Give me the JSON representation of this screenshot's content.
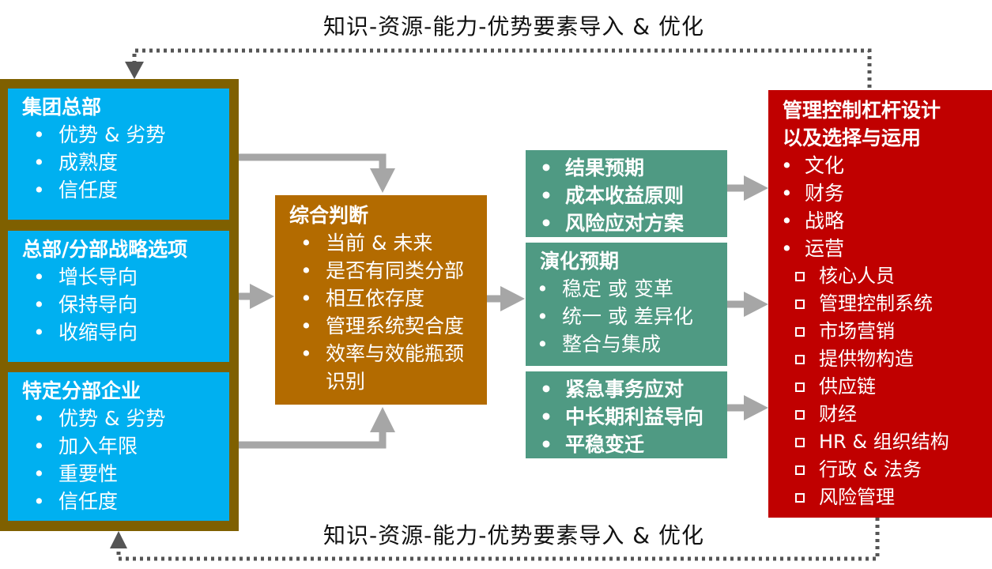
{
  "loop": {
    "top_label": "知识-资源-能力-优势要素导入 & 优化",
    "bottom_label": "知识-资源-能力-优势要素导入 & 优化"
  },
  "left": {
    "group_hq": {
      "title": "集团总部",
      "items": [
        "优势 & 劣势",
        "成熟度",
        "信任度"
      ]
    },
    "strategy_options": {
      "title": "总部/分部战略选项",
      "items": [
        "增长导向",
        "保持导向",
        "收缩导向"
      ]
    },
    "specific_unit": {
      "title": "特定分部企业",
      "items": [
        "优势 & 劣势",
        "加入年限",
        "重要性",
        "信任度"
      ]
    }
  },
  "judgment": {
    "title": "综合判断",
    "items": [
      "当前 & 未来",
      "是否有同类分部",
      "相互依存度",
      "管理系统契合度",
      "效率与效能瓶颈",
      "识别"
    ]
  },
  "expectations": {
    "results": {
      "items": [
        "结果预期",
        "成本收益原则",
        "风险应对方案"
      ]
    },
    "evolution": {
      "title": "演化预期",
      "items": [
        "稳定 或 变革",
        "统一 或 差异化",
        "整合与集成"
      ]
    },
    "urgent": {
      "items": [
        "紧急事务应对",
        "中长期利益导向",
        "平稳变迁"
      ]
    }
  },
  "levers": {
    "title_line1": "管理控制杠杆设计",
    "title_line2": "以及选择与运用",
    "items": [
      "文化",
      "财务",
      "战略",
      "运营"
    ],
    "sub_items": [
      "核心人员",
      "管理控制系统",
      "市场营销",
      "提供物构造",
      "供应链",
      "财经",
      "HR & 组织结构",
      "行政 & 法务",
      "风险管理"
    ]
  },
  "colors": {
    "frame": "#7f6000",
    "blue": "#00b0f0",
    "orange": "#b36b00",
    "green": "#4f9a83",
    "red": "#c00000",
    "arrow": "#a6a6a6",
    "loop_line": "#555555"
  }
}
